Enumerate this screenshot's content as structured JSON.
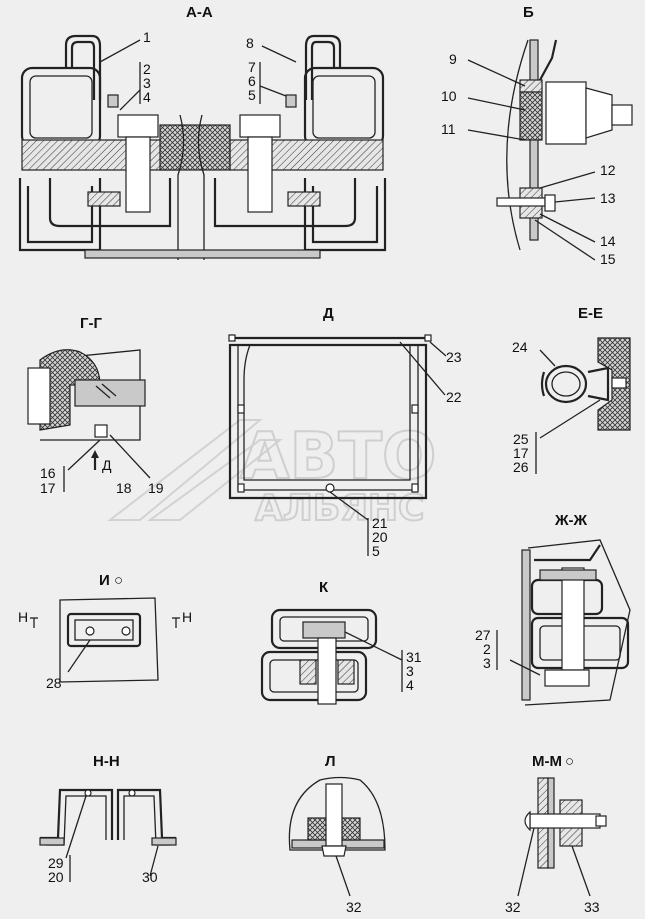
{
  "watermark": {
    "line1": "АВТО",
    "line2": "АЛЬЯНС"
  },
  "views": {
    "aa": {
      "title": "А-А",
      "labels": [
        "1",
        "2",
        "3",
        "4",
        "8",
        "7",
        "6",
        "5"
      ]
    },
    "b": {
      "title": "Б",
      "labels": [
        "9",
        "10",
        "11",
        "12",
        "13",
        "14",
        "15"
      ]
    },
    "gg": {
      "title": "Г-Г",
      "labels": [
        "16",
        "17",
        "18",
        "19"
      ],
      "arrow_label": "Д"
    },
    "d": {
      "title": "Д",
      "labels": [
        "23",
        "22",
        "21",
        "20",
        "5"
      ]
    },
    "ee": {
      "title": "Е-Е",
      "labels": [
        "24",
        "25",
        "17",
        "26"
      ]
    },
    "i": {
      "title": "И",
      "circle": "○",
      "labels": [
        "28"
      ],
      "section_mark": "Н"
    },
    "k": {
      "title": "К",
      "labels": [
        "31",
        "3",
        "4"
      ]
    },
    "zhzh": {
      "title": "Ж-Ж",
      "labels": [
        "27",
        "2",
        "3"
      ]
    },
    "nn": {
      "title": "Н-Н",
      "labels": [
        "29",
        "20",
        "30"
      ]
    },
    "l": {
      "title": "Л",
      "labels": [
        "32"
      ]
    },
    "mm": {
      "title": "М-М",
      "circle": "○",
      "labels": [
        "32",
        "33"
      ]
    }
  }
}
